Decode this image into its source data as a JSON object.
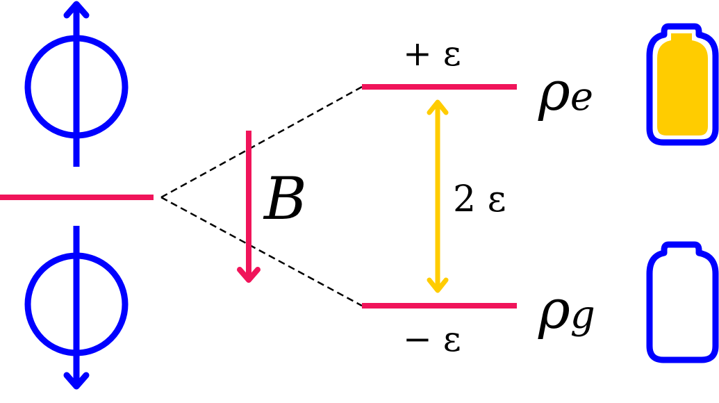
{
  "colors": {
    "spin": "#0000ff",
    "level": "#f0145a",
    "transition": "#ffcc00",
    "connector": "#000000",
    "battery_charge": "#ffcc00"
  },
  "icons": {
    "spin_up": "spin-up-arrow-circle",
    "spin_down": "spin-down-arrow-circle",
    "battery_charged": "battery-full",
    "battery_empty": "battery-empty"
  },
  "labels": {
    "field": "B",
    "upper_energy": "+ ε",
    "lower_energy": "− ε",
    "gap": "2 ε",
    "excited_state_symbol": "ρ",
    "excited_state_sub": "e",
    "ground_state_symbol": "ρ",
    "ground_state_sub": "g"
  },
  "battery": {
    "excited_charge_fraction": 1.0,
    "ground_charge_fraction": 0.0
  }
}
